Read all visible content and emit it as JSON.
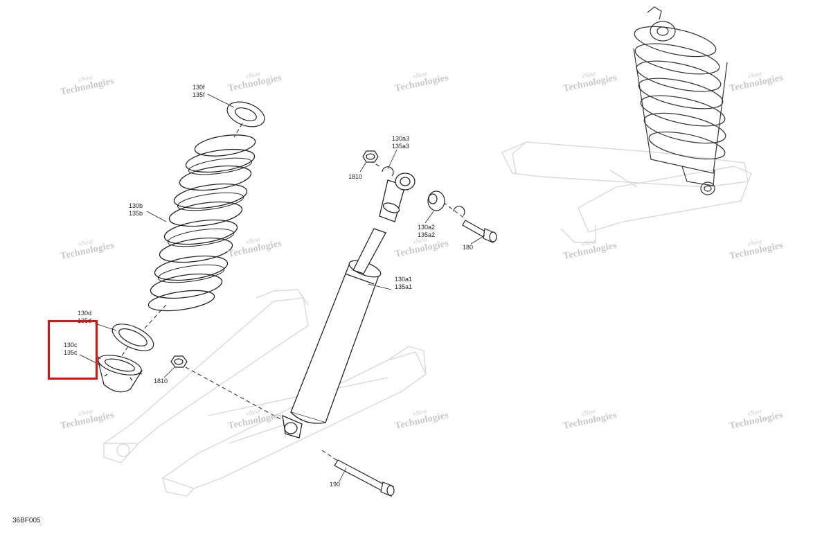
{
  "figure_code": "36BF005",
  "watermark": {
    "line1": "vNext",
    "line2": "Technologies"
  },
  "highlight": {
    "color": "#e01010",
    "target": "130c / 135c"
  },
  "callouts": {
    "c130f": [
      "130f",
      "135f"
    ],
    "c130b": [
      "130b",
      "135b"
    ],
    "c130d": [
      "130d",
      "135d"
    ],
    "c130c": [
      "130c",
      "135c"
    ],
    "c1810a": [
      "1810"
    ],
    "c1810b": [
      "1810"
    ],
    "c130a3": [
      "130a3",
      "135a3"
    ],
    "c130a2": [
      "130a2",
      "135a2"
    ],
    "c180": [
      "180"
    ],
    "c130a1": [
      "130a1",
      "135a1"
    ],
    "c190": [
      "190"
    ]
  }
}
